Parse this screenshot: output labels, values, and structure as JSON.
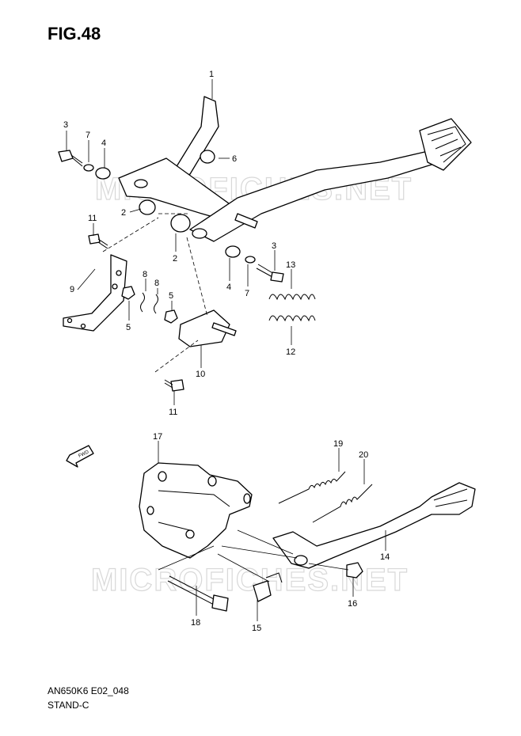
{
  "figure": {
    "title": "FIG.48",
    "code": "AN650K6 E02_048",
    "name": "STAND-C"
  },
  "watermark": "MICROFICHES.NET",
  "fwd_label": "FWD",
  "callouts": [
    "1",
    "3",
    "7",
    "4",
    "6",
    "2",
    "11",
    "2",
    "9",
    "8",
    "8",
    "5",
    "5",
    "4",
    "7",
    "3",
    "13",
    "12",
    "10",
    "11",
    "17",
    "19",
    "20",
    "14",
    "16",
    "18",
    "15"
  ]
}
